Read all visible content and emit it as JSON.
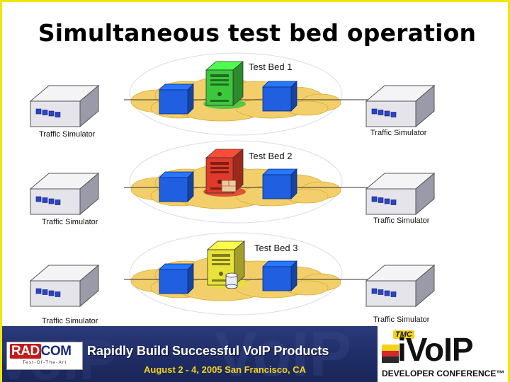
{
  "slide": {
    "title": "Simultaneous test bed operation"
  },
  "diagram": {
    "test_beds": [
      {
        "label": "Test Bed 1",
        "server_color": "#3cc83c",
        "status": "green"
      },
      {
        "label": "Test Bed 2",
        "server_color": "#e03a2a",
        "status": "red"
      },
      {
        "label": "Test Bed 3",
        "server_color": "#e8e23a",
        "status": "yellow"
      }
    ],
    "left_simulator_label": "Traffic Simulator",
    "right_simulator_label": "Traffic Simulator",
    "colors": {
      "cloud": "#f2cf6a",
      "switch": "#1f5fe0",
      "line": "#333333"
    }
  },
  "banner": {
    "tagline": "Rapidly Build Successful VoIP Products",
    "dates": "August 2 - 4, 2005 San Francisco, CA",
    "radcom_logo": {
      "rad": "RAD",
      "com": "COM",
      "tagline": "Test-Of-The-Art"
    },
    "voip_logo": {
      "tmc": "TMC",
      "name": "iVoIP",
      "subtitle": "DEVELOPER CONFERENCE™"
    },
    "icons": [
      "radcom-logo",
      "tmc-ivoip-logo"
    ]
  }
}
